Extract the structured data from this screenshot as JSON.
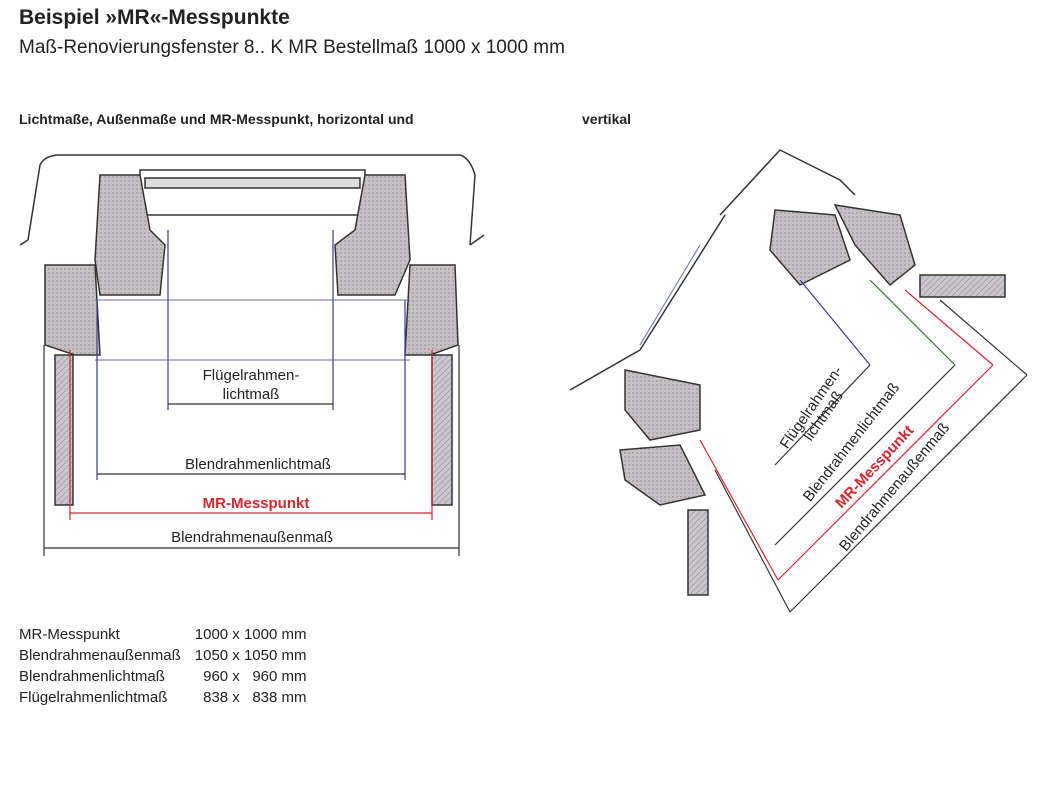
{
  "title": "Beispiel »MR«-Messpunkte",
  "subtitle": "Maß-Renovierungsfenster 8.. K MR Bestellmaß 1000 x 1000 mm",
  "captions": {
    "left": "Lichtmaße, Außenmaße und MR-Messpunkt, horizontal und",
    "right": "vertikal"
  },
  "horizontal_labels": {
    "fluegel_1": "Flügelrahmen-",
    "fluegel_2": "lichtmaß",
    "blend_licht": "Blendrahmenlichtmaß",
    "mr": "MR-Messpunkt",
    "blend_aussen": "Blendrahmenaußenmaß"
  },
  "vertical_labels": {
    "fluegel_1": "Flügelrahmen-",
    "fluegel_2": "lichtmaß",
    "blend_licht": "Blendrahmenlichtmaß",
    "mr": "MR-Messpunkt",
    "blend_aussen": "Blendrahmenaußenmaß"
  },
  "dimensions": [
    {
      "name": "MR-Messpunkt",
      "value": "1000 x 1000 mm"
    },
    {
      "name": "Blendrahmenaußenmaß",
      "value": "1050 x 1050 mm"
    },
    {
      "name": "Blendrahmenlichtmaß",
      "value": "  960 x   960 mm"
    },
    {
      "name": "Flügelrahmenlichtmaß",
      "value": "  838 x   838 mm"
    }
  ],
  "colors": {
    "accent_red": "#d8262e",
    "profile_gray": "#b9b4b8",
    "line_dark": "#333333"
  }
}
